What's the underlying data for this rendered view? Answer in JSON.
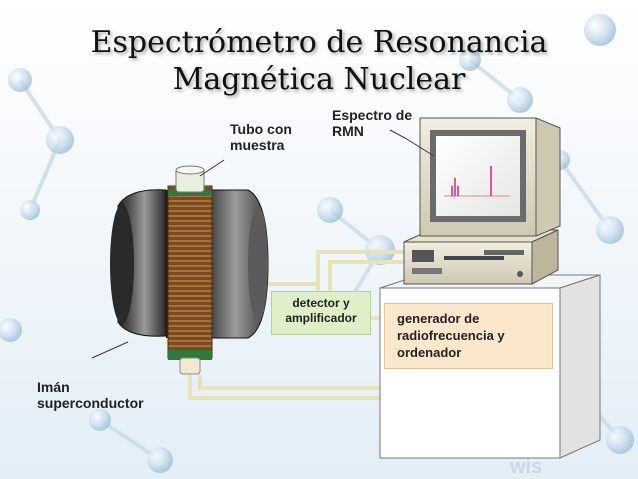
{
  "title": {
    "line1": "Espectrómetro de Resonancia",
    "line2": "Magnética Nuclear"
  },
  "labels": {
    "sample_tube": [
      "Tubo con",
      "muestra"
    ],
    "nmr_spectrum": [
      "Espectro de",
      "RMN"
    ],
    "magnet": [
      "Imán",
      "superconductor"
    ],
    "detector": [
      "detector y",
      "amplificador"
    ],
    "generator": [
      "generador de",
      "radiofrecuencia y",
      "ordenador"
    ]
  },
  "watermark": "wis",
  "colors": {
    "detector_fill": "#dff0c8",
    "generator_fill": "#fbe7cc",
    "spectrum_peaks": "#e0207a",
    "wire": "#e8e2b8"
  },
  "icons": [
    "superconducting-magnet-icon",
    "sample-tube-icon",
    "crt-monitor-icon",
    "desktop-computer-icon",
    "instrument-table-icon"
  ]
}
